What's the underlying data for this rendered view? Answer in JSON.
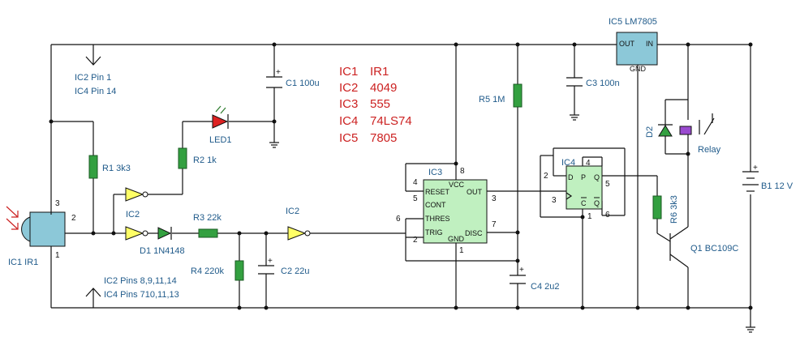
{
  "ic_list": [
    {
      "ref": "IC1",
      "part": "IR1"
    },
    {
      "ref": "IC2",
      "part": "4049"
    },
    {
      "ref": "IC3",
      "part": "555"
    },
    {
      "ref": "IC4",
      "part": "74LS74"
    },
    {
      "ref": "IC5",
      "part": "7805"
    }
  ],
  "labels": {
    "ic5_title": "IC5  LM7805",
    "ic5_out": "OUT",
    "ic5_in": "IN",
    "ic5_gnd": "GND",
    "ic2_pin1": "IC2 Pin 1",
    "ic4_pin14": "IC4 Pin 14",
    "ic2_pins_gnd": "IC2 Pins 8,9,11,14",
    "ic4_pins_gnd": "IC4 Pins 710,11,13",
    "c1": "C1 100u",
    "r1": "R1 3k3",
    "r2": "R2 1k",
    "led1": "LED1",
    "ic2_a": "IC2",
    "ic2_b": "IC2",
    "d1": "D1 1N4148",
    "r3": "R3 22k",
    "r4": "R4 220k",
    "c2": "C2 22u",
    "ic1": "IC1  IR1",
    "r5": "R5 1M",
    "c3": "C3 100n",
    "c4": "C4 2u2",
    "ic3": "IC3",
    "ic3_reset": "RESET",
    "ic3_cont": "CONT",
    "ic3_thres": "THRES",
    "ic3_trig": "TRIG",
    "ic3_vcc": "VCC",
    "ic3_out": "OUT",
    "ic3_disc": "DISC",
    "ic3_gnd": "GND",
    "ic4": "IC4",
    "ic4_d": "D",
    "ic4_p": "P",
    "ic4_q": "Q",
    "ic4_c": "C",
    "ic4_qbar": "Q",
    "d2": "D2",
    "relay": "Relay",
    "r6": "R6 3k3",
    "q1": "Q1  BC109C",
    "b1": "B1 12 V"
  },
  "pins": {
    "ic1_3": "3",
    "ic1_2": "2",
    "ic1_1": "1",
    "ic3_4": "4",
    "ic3_8": "8",
    "ic3_5": "5",
    "ic3_6": "6",
    "ic3_2": "2",
    "ic3_3": "3",
    "ic3_7": "7",
    "ic3_1": "1",
    "ic4_2": "2",
    "ic4_4": "4",
    "ic4_5": "5",
    "ic4_3": "3",
    "ic4_1": "1",
    "ic4_6": "6"
  },
  "colors": {
    "wire": "#111111",
    "label": "#1f5a8a",
    "part_list": "#cc2222",
    "component": "#2f8a3a",
    "gate": "#ffff66",
    "ic_body": "#8cc8d8"
  }
}
